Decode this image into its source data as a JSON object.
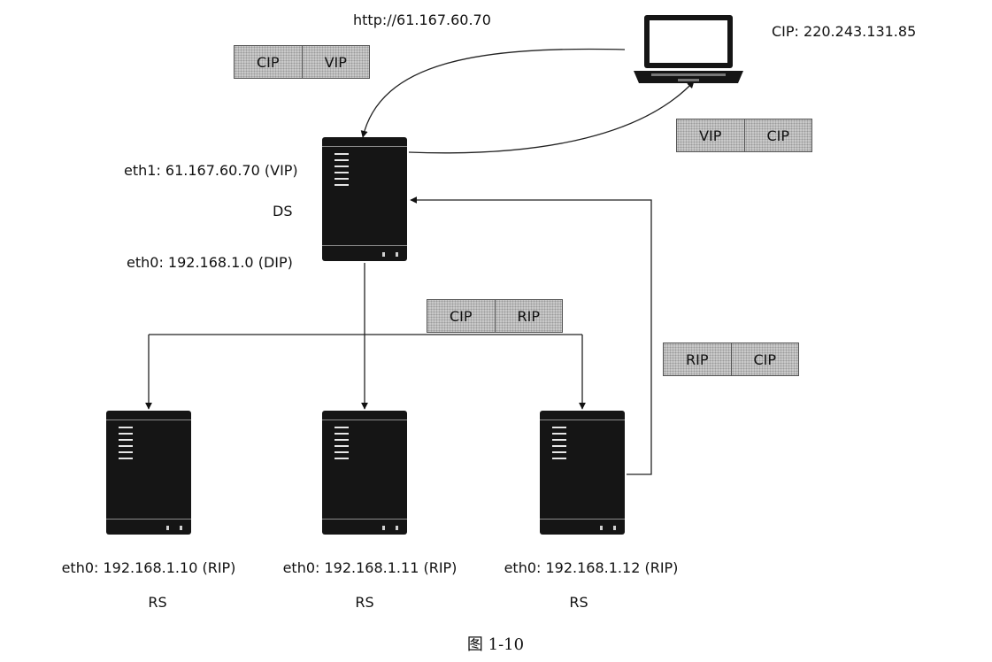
{
  "diagram": {
    "url_label": "http://61.167.60.70",
    "client_ip_label": "CIP: 220.243.131.85",
    "director": {
      "eth1_label": "eth1: 61.167.60.70 (VIP)",
      "name": "DS",
      "eth0_label": "eth0: 192.168.1.0 (DIP)"
    },
    "packets": [
      {
        "src": "CIP",
        "dst": "VIP"
      },
      {
        "src": "VIP",
        "dst": "CIP"
      },
      {
        "src": "CIP",
        "dst": "RIP"
      },
      {
        "src": "RIP",
        "dst": "CIP"
      }
    ],
    "real_servers": [
      {
        "eth0_label": "eth0: 192.168.1.10 (RIP)",
        "name": "RS"
      },
      {
        "eth0_label": "eth0: 192.168.1.11 (RIP)",
        "name": "RS"
      },
      {
        "eth0_label": "eth0: 192.168.1.12 (RIP)",
        "name": "RS"
      }
    ],
    "caption": "图 1-10"
  }
}
